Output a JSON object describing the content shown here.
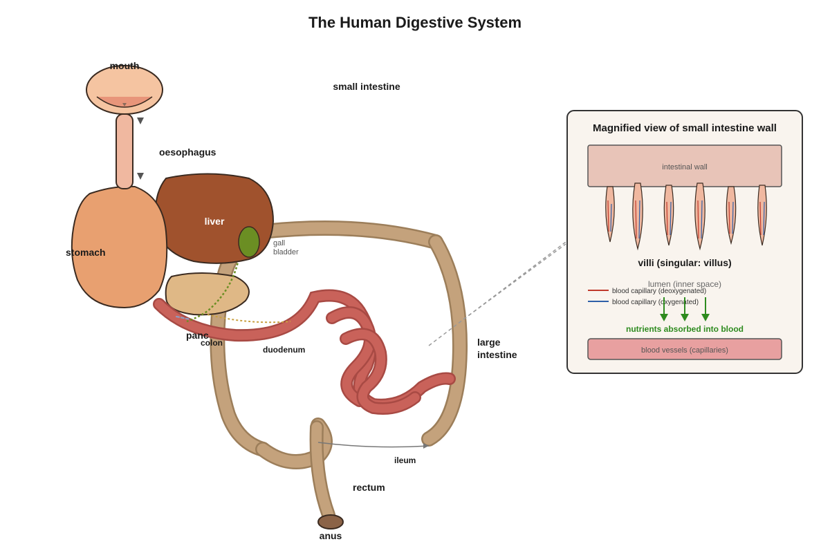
{
  "title": "The Human Digestive System",
  "labels": {
    "mouth": "mouth",
    "oesophagus": "oesophagus",
    "stomach": "stomach",
    "liver": "liver",
    "gall_bladder_line1": "gall",
    "gall_bladder_line2": "bladder",
    "pancreas_partial": "panc",
    "colon": "colon",
    "duodenum": "duodenum",
    "small_intestine": "small intestine",
    "large_intestine_line1": "large",
    "large_intestine_line2": "intestine",
    "ileum": "ileum",
    "rectum": "rectum",
    "anus": "anus"
  },
  "inset": {
    "title": "Magnified view of small intestine wall",
    "intestinal_wall": "intestinal wall",
    "villi": "villi (singular: villus)",
    "lumen": "lumen (inner space)",
    "legend": [
      {
        "label": "blood capillary (deoxygenated)",
        "color": "#c0392b"
      },
      {
        "label": "blood capillary (oxygenated)",
        "color": "#2e5fa8"
      }
    ],
    "nutrients": "nutrients absorbed into blood",
    "blood_vessels": "blood vessels (capillaries)"
  },
  "colors": {
    "mouth": "#f5c4a1",
    "oesophagus": "#f0b8a0",
    "stomach": "#e8a070",
    "liver": "#a0522d",
    "gall_bladder": "#6b8e23",
    "pancreas": "#dfb886",
    "large_intestine": "#c4a27c",
    "small_intestine": "#c9625a",
    "inset_bg": "#f9f4ee",
    "intestinal_wall": "#e8c4b8",
    "blood_vessels": "#e8a0a0",
    "arrow_green": "#2e8b1f"
  }
}
